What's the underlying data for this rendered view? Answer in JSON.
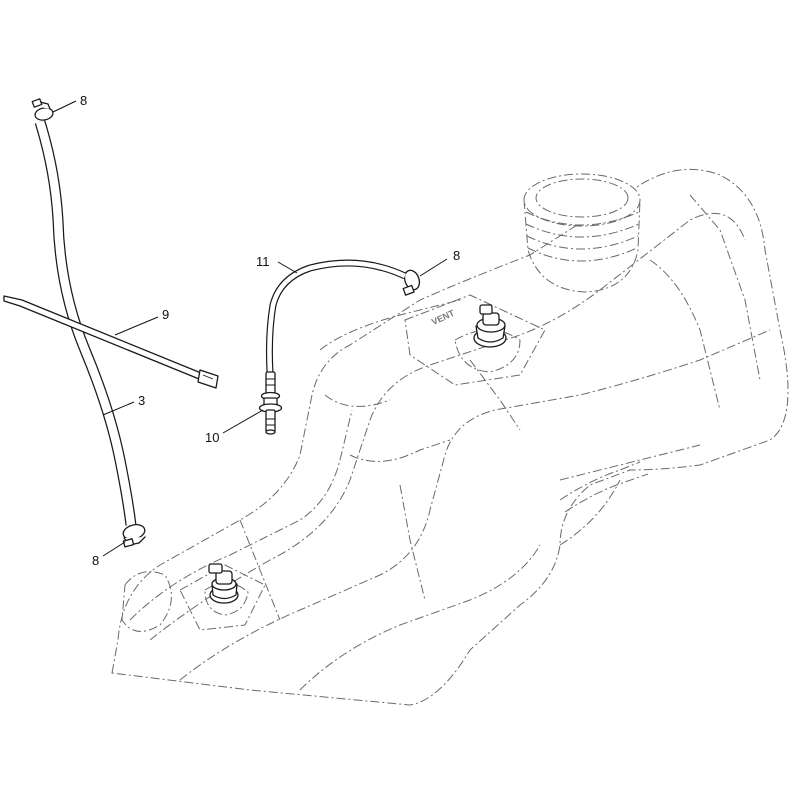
{
  "callouts": [
    {
      "id": "clamp-top",
      "label": "8"
    },
    {
      "id": "vent-hose",
      "label": "11"
    },
    {
      "id": "clamp-right",
      "label": "8"
    },
    {
      "id": "cable-tie",
      "label": "9"
    },
    {
      "id": "fuel-hose",
      "label": "3"
    },
    {
      "id": "vent-valve",
      "label": "10"
    },
    {
      "id": "clamp-bottom",
      "label": "8"
    }
  ],
  "tank": {
    "vent_label": "VENT"
  },
  "colors": {
    "ink": "#1a1a1a",
    "phantom": "#6a6a6a",
    "background": "#ffffff"
  }
}
